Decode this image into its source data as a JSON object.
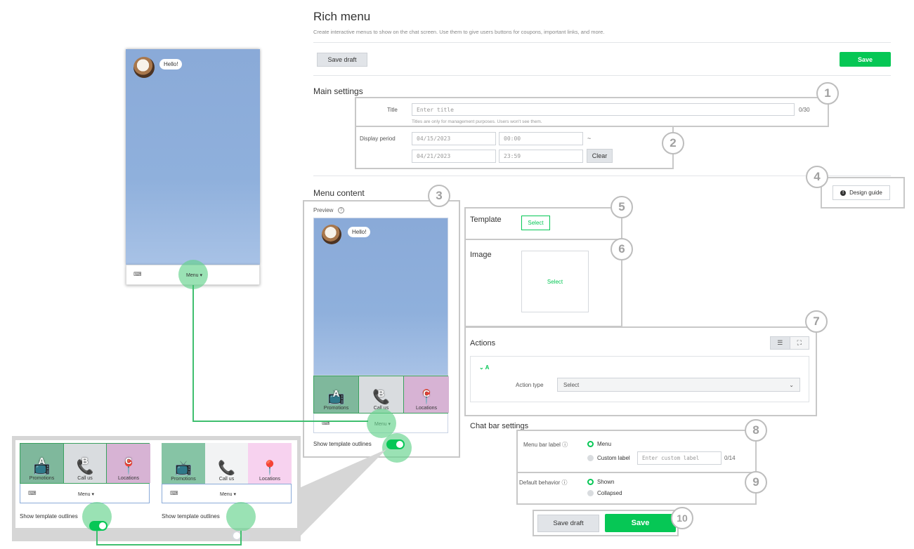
{
  "page": {
    "title": "Rich menu",
    "subtitle": "Create interactive menus to show on the chat screen. Use them to give users buttons for coupons, important links, and more."
  },
  "toolbar": {
    "save_draft": "Save draft",
    "save": "Save"
  },
  "main_settings": {
    "heading": "Main settings",
    "title_label": "Title",
    "title_placeholder": "Enter title",
    "title_count": "0/30",
    "title_hint": "Titles are only for management purposes. Users won't see them.",
    "period_label": "Display period",
    "start_date": "04/15/2023",
    "start_time": "00:00",
    "tilde": "~",
    "end_date": "04/21/2023",
    "end_time": "23:59",
    "clear": "Clear"
  },
  "menu_content": {
    "heading": "Menu content",
    "preview_label": "Preview",
    "design_guide": "Design guide",
    "template_label": "Template",
    "template_select": "Select",
    "image_label": "Image",
    "image_select": "Select",
    "actions_label": "Actions",
    "action_a": "A",
    "action_type_label": "Action type",
    "action_type_value": "Select",
    "show_outlines": "Show template outlines"
  },
  "chat_preview": {
    "greeting": "Hello!",
    "menu_label": "Menu",
    "cells": [
      {
        "letter": "A",
        "label": "Promotions",
        "icon": "tv-icon"
      },
      {
        "letter": "B",
        "label": "Call us",
        "icon": "phone-icon"
      },
      {
        "letter": "C",
        "label": "Locations",
        "icon": "pin-icon"
      }
    ]
  },
  "chat_bar": {
    "heading": "Chat bar settings",
    "menu_bar_label": "Menu bar label",
    "opt_menu": "Menu",
    "opt_custom": "Custom label",
    "custom_placeholder": "Enter custom label",
    "custom_count": "0/14",
    "default_behavior": "Default behavior",
    "opt_shown": "Shown",
    "opt_collapsed": "Collapsed"
  },
  "bottom_bar": {
    "save_draft": "Save draft",
    "save": "Save"
  },
  "callouts": [
    "1",
    "2",
    "3",
    "4",
    "5",
    "6",
    "7",
    "8",
    "9",
    "10"
  ],
  "colors": {
    "accent": "#06c755",
    "sky": "#8aaad8",
    "promo": "#7fb89c",
    "call": "#d9dcdf",
    "loc": "#d7b3d4",
    "loc_light": "#f7d2ef"
  }
}
